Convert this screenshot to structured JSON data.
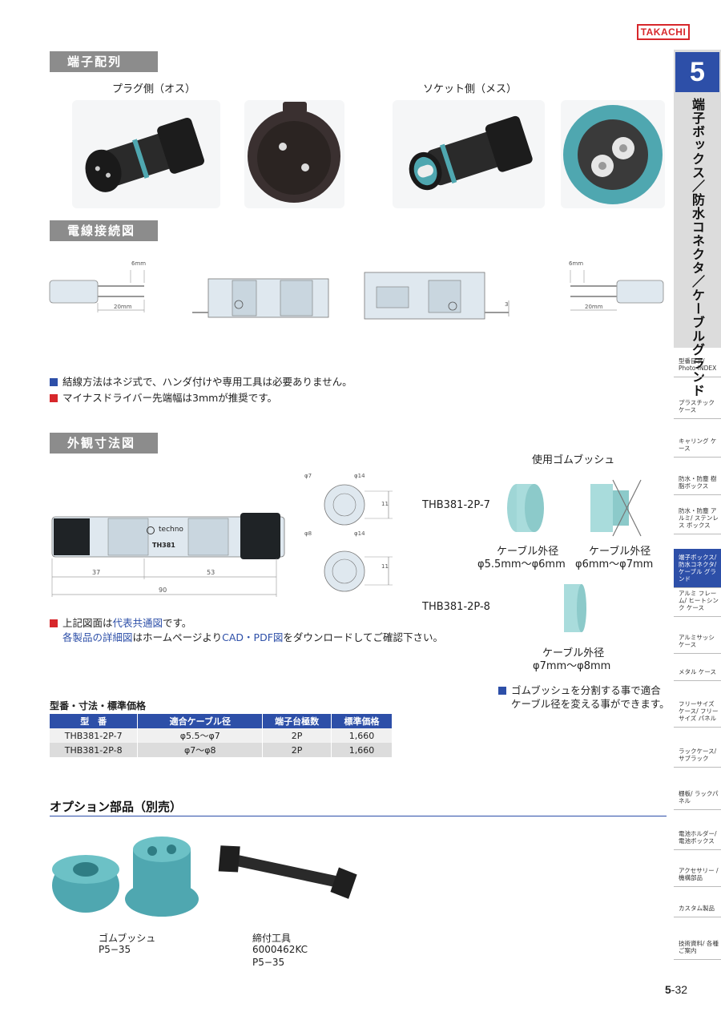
{
  "brand": "TAKACHI",
  "side_tab": {
    "number": "5",
    "title": "端子ボックス／防水コネクタ／ケーブルグランド"
  },
  "side_index": [
    {
      "label": "型番目次/ Photo INDEX"
    },
    {
      "label": "プラスチック ケース"
    },
    {
      "label": "キャリング ケース"
    },
    {
      "label": "防水・防塵 樹脂ボックス"
    },
    {
      "label": "防水・防塵 アルミ/ ステンレス ボックス"
    },
    {
      "label": "端子ボックス/ 防水コネクタ/ ケーブル グランド",
      "active": true
    },
    {
      "label": "アルミ フレーム/ ヒートシンク ケース"
    },
    {
      "label": "アルミサッシ ケース"
    },
    {
      "label": "メタル ケース"
    },
    {
      "label": "フリーサイズ ケース/ フリーサイズ パネル"
    },
    {
      "label": "ラックケース/ サブラック"
    },
    {
      "label": "棚板/ ラックパネル"
    },
    {
      "label": "電池ホルダー/ 電池ボックス"
    },
    {
      "label": "アクセサリー /機構部品"
    },
    {
      "label": "カスタム製品"
    },
    {
      "label": "技術資料/ 各種ご案内"
    }
  ],
  "sections": {
    "terminal": "端子配列",
    "wiring": "電線接続図",
    "dimensions": "外観寸法図"
  },
  "terminal": {
    "plug_caption": "プラグ側（オス）",
    "socket_caption": "ソケット側（メス）"
  },
  "wiring": {
    "dim_6mm": "6mm",
    "dim_20mm": "20mm",
    "dim_3": "3",
    "notes": [
      "結線方法はネジ式で、ハンダ付けや専用工具は必要ありません。",
      "マイナスドライバー先端幅は3mmが推奨です。"
    ]
  },
  "drawing": {
    "brand": "techno",
    "model": "TH381",
    "dim_37": "37",
    "dim_53": "53",
    "dim_90": "90",
    "phi7": "φ7",
    "phi8": "φ8",
    "phi14a": "φ14",
    "phi14b": "φ14",
    "dim_11a": "11",
    "dim_11b": "11",
    "note_prefix": "上記図面は",
    "note_link1": "代表共通図",
    "note_mid": "です。",
    "note2_link1": "各製品の詳細図",
    "note2_mid": "はホームページより",
    "note2_link2": "CAD・PDF図",
    "note2_end": "をダウンロードしてご確認下さい。"
  },
  "bushing": {
    "title": "使用ゴムブッシュ",
    "model1": "THB381-2P-7",
    "model2": "THB381-2P-8",
    "label_a": "ケーブル外径",
    "range_a": "φ5.5mm～φ6mm",
    "label_b": "ケーブル外径",
    "range_b": "φ6mm～φ7mm",
    "label_c": "ケーブル外径",
    "range_c": "φ7mm～φ8mm",
    "note_line1": "ゴムブッシュを分割する事で適合",
    "note_line2": "ケーブル径を変える事ができます。"
  },
  "table": {
    "title": "型番・寸法・標準価格",
    "headers": [
      "型　番",
      "適合ケーブル径",
      "端子台極数",
      "標準価格"
    ],
    "rows": [
      [
        "THB381-2P-7",
        "φ5.5～φ7",
        "2P",
        "1,660"
      ],
      [
        "THB381-2P-8",
        "φ7～φ8",
        "2P",
        "1,660"
      ]
    ]
  },
  "options": {
    "title": "オプション部品（別売）",
    "item1_name": "ゴムブッシュ",
    "item1_code": "P5−35",
    "item2_name": "締付工具",
    "item2_code1": "6000462KC",
    "item2_code2": "P5−35"
  },
  "page": {
    "chapter": "5",
    "sep": "-",
    "num": "32"
  },
  "colors": {
    "accent": "#2d4fa8",
    "brand": "#d7272b",
    "teal": "#4fa7b0"
  }
}
